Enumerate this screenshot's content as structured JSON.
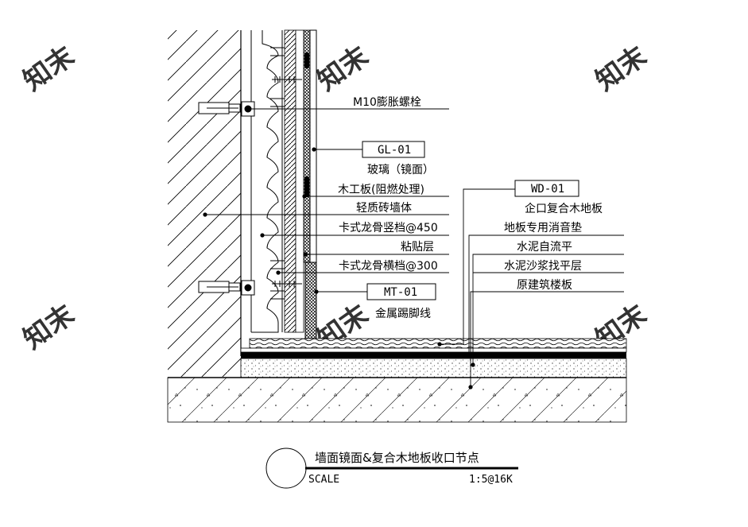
{
  "wall_labels": {
    "bolt": "M10膨胀螺栓",
    "glass": "玻璃（镜面）",
    "plywood": "木工板(阻燃处理)",
    "brick": "轻质砖墙体",
    "vkeel": "卡式龙骨竖档@450",
    "adhesive": "粘贴层",
    "hkeel": "卡式龙骨横档@300",
    "skirting": "金属踢脚线"
  },
  "floor_labels": {
    "wood": "企口复合木地板",
    "pad": "地板专用消音垫",
    "leveler": "水泥自流平",
    "mortar": "水泥沙浆找平层",
    "slab": "原建筑楼板"
  },
  "tags": {
    "gl": "GL-01",
    "mt": "MT-01",
    "wd": "WD-01"
  },
  "title_block": {
    "title": "墙面镜面&复合木地板收口节点",
    "scale_label": "SCALE",
    "scale_value": "1:5@16K"
  },
  "watermark_text": "知末"
}
